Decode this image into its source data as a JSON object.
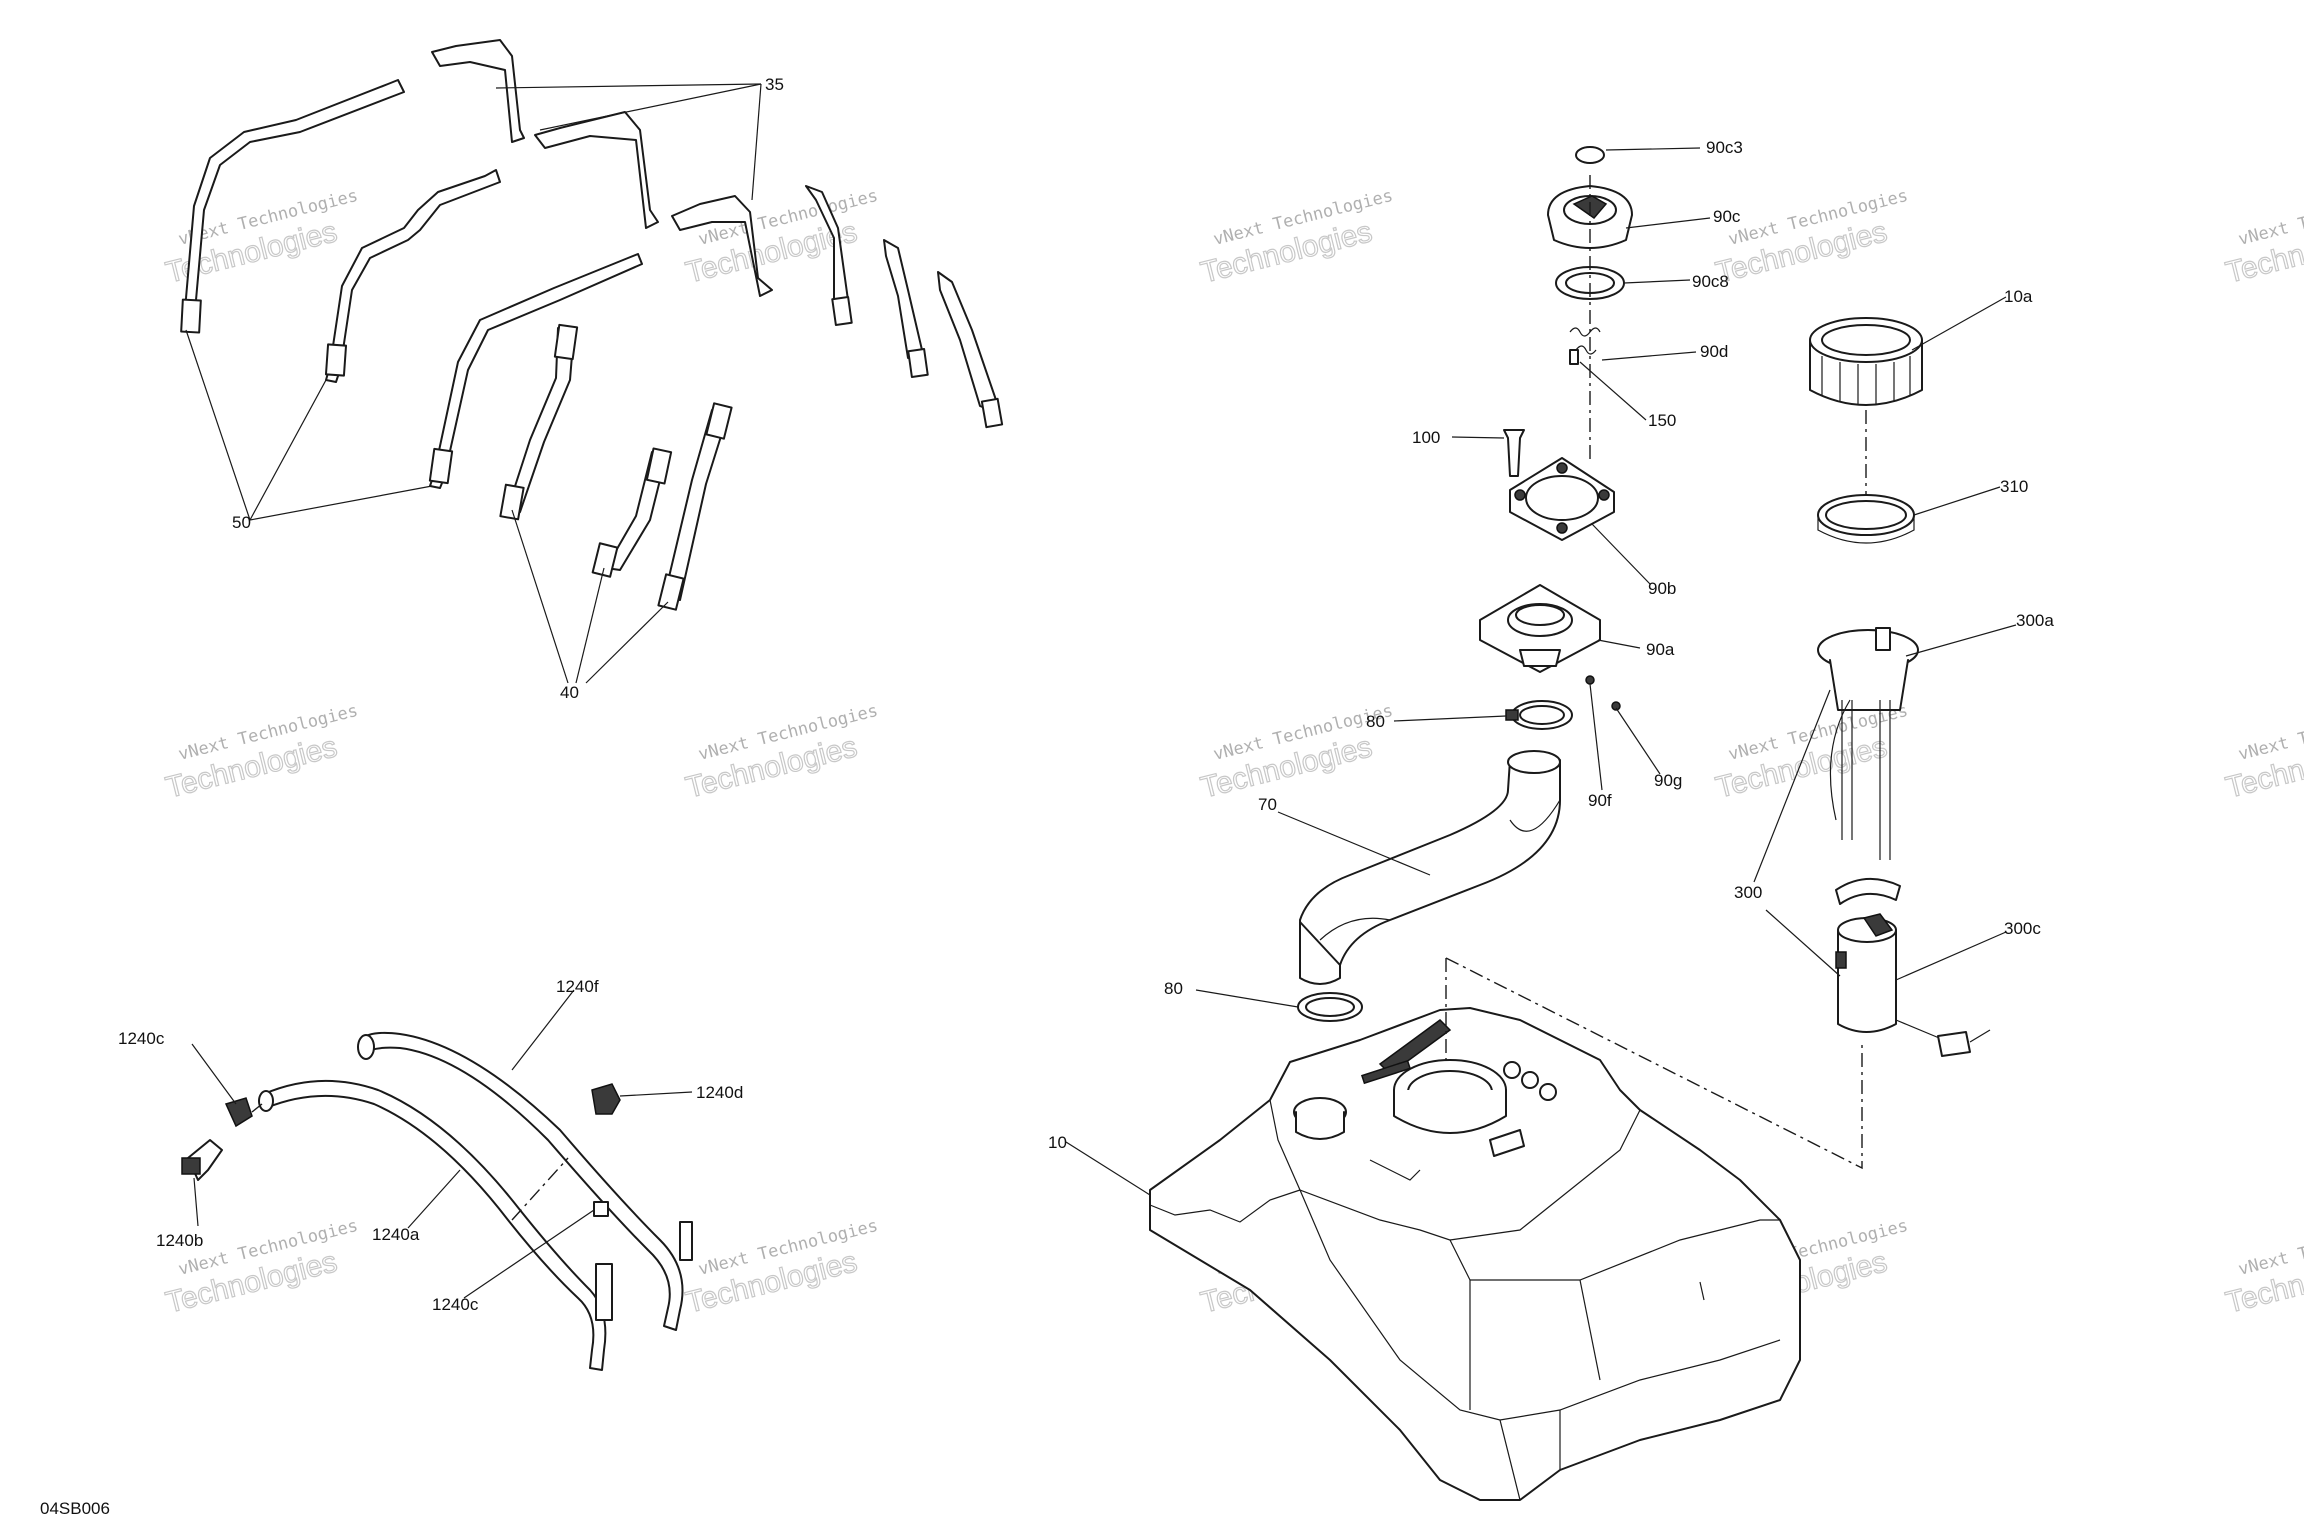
{
  "diagram": {
    "reference_code": "04SB006",
    "watermark_line1": "vNext Technologies",
    "watermark_line2": "Technologies",
    "callouts": [
      {
        "id": "c-35",
        "label": "35"
      },
      {
        "id": "c-50",
        "label": "50"
      },
      {
        "id": "c-40",
        "label": "40"
      },
      {
        "id": "c-90c3",
        "label": "90c3"
      },
      {
        "id": "c-90c",
        "label": "90c"
      },
      {
        "id": "c-90c8",
        "label": "90c8"
      },
      {
        "id": "c-90d",
        "label": "90d"
      },
      {
        "id": "c-150",
        "label": "150"
      },
      {
        "id": "c-100",
        "label": "100"
      },
      {
        "id": "c-90b",
        "label": "90b"
      },
      {
        "id": "c-90a",
        "label": "90a"
      },
      {
        "id": "c-80a",
        "label": "80"
      },
      {
        "id": "c-90g",
        "label": "90g"
      },
      {
        "id": "c-90f",
        "label": "90f"
      },
      {
        "id": "c-70",
        "label": "70"
      },
      {
        "id": "c-80b",
        "label": "80"
      },
      {
        "id": "c-10",
        "label": "10"
      },
      {
        "id": "c-10a",
        "label": "10a"
      },
      {
        "id": "c-310",
        "label": "310"
      },
      {
        "id": "c-300a",
        "label": "300a"
      },
      {
        "id": "c-300",
        "label": "300"
      },
      {
        "id": "c-300c",
        "label": "300c"
      },
      {
        "id": "c-1240f",
        "label": "1240f"
      },
      {
        "id": "c-1240c-top",
        "label": "1240c"
      },
      {
        "id": "c-1240d",
        "label": "1240d"
      },
      {
        "id": "c-1240b",
        "label": "1240b"
      },
      {
        "id": "c-1240a",
        "label": "1240a"
      },
      {
        "id": "c-1240c-bottom",
        "label": "1240c"
      }
    ]
  }
}
